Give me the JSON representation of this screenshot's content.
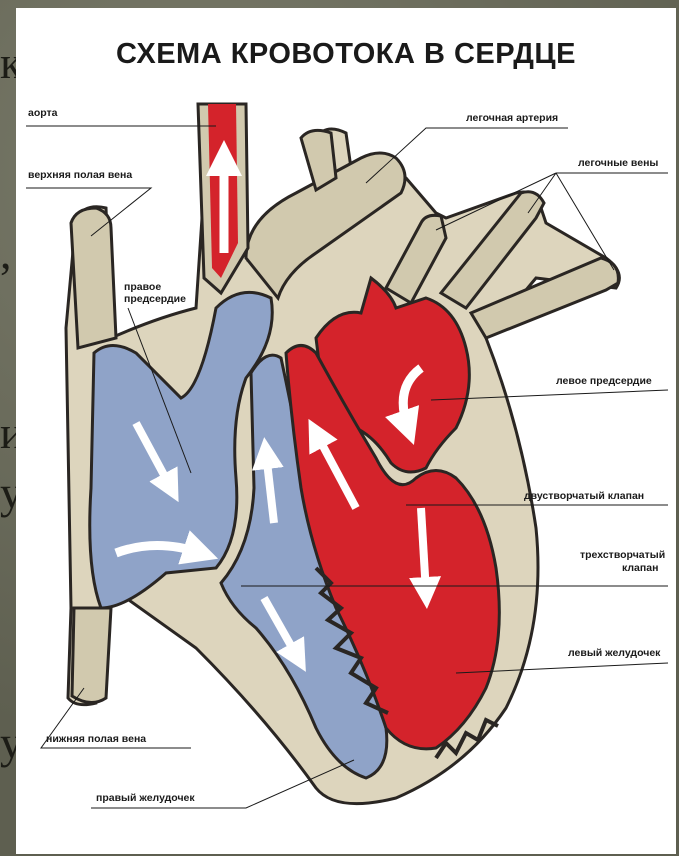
{
  "title": "СХЕМА КРОВОТОКА В СЕРДЦЕ",
  "labels": {
    "aorta": "аорта",
    "superior_vena_cava": "верхняя полая вена",
    "right_atrium_line1": "правое",
    "right_atrium_line2": "предсердие",
    "pulmonary_artery": "легочная артерия",
    "pulmonary_veins": "легочные вены",
    "left_atrium": "левое предсердие",
    "mitral_valve": "двустворчатый клапан",
    "tricuspid_valve_line1": "трехстворчатый",
    "tricuspid_valve_line2": "клапан",
    "left_ventricle": "левый желудочек",
    "inferior_vena_cava": "нижняя полая вена",
    "right_ventricle": "правый желудочек"
  },
  "background_text": {
    "t1": "к",
    "t2": ",",
    "t3": "и",
    "t4": "у",
    "t5": "у"
  },
  "colors": {
    "venous_blood": "#8fa3c8",
    "arterial_blood": "#d4232b",
    "tissue": "#ddd5bd",
    "outline": "#2a2623",
    "background": "#6e6f5e"
  }
}
